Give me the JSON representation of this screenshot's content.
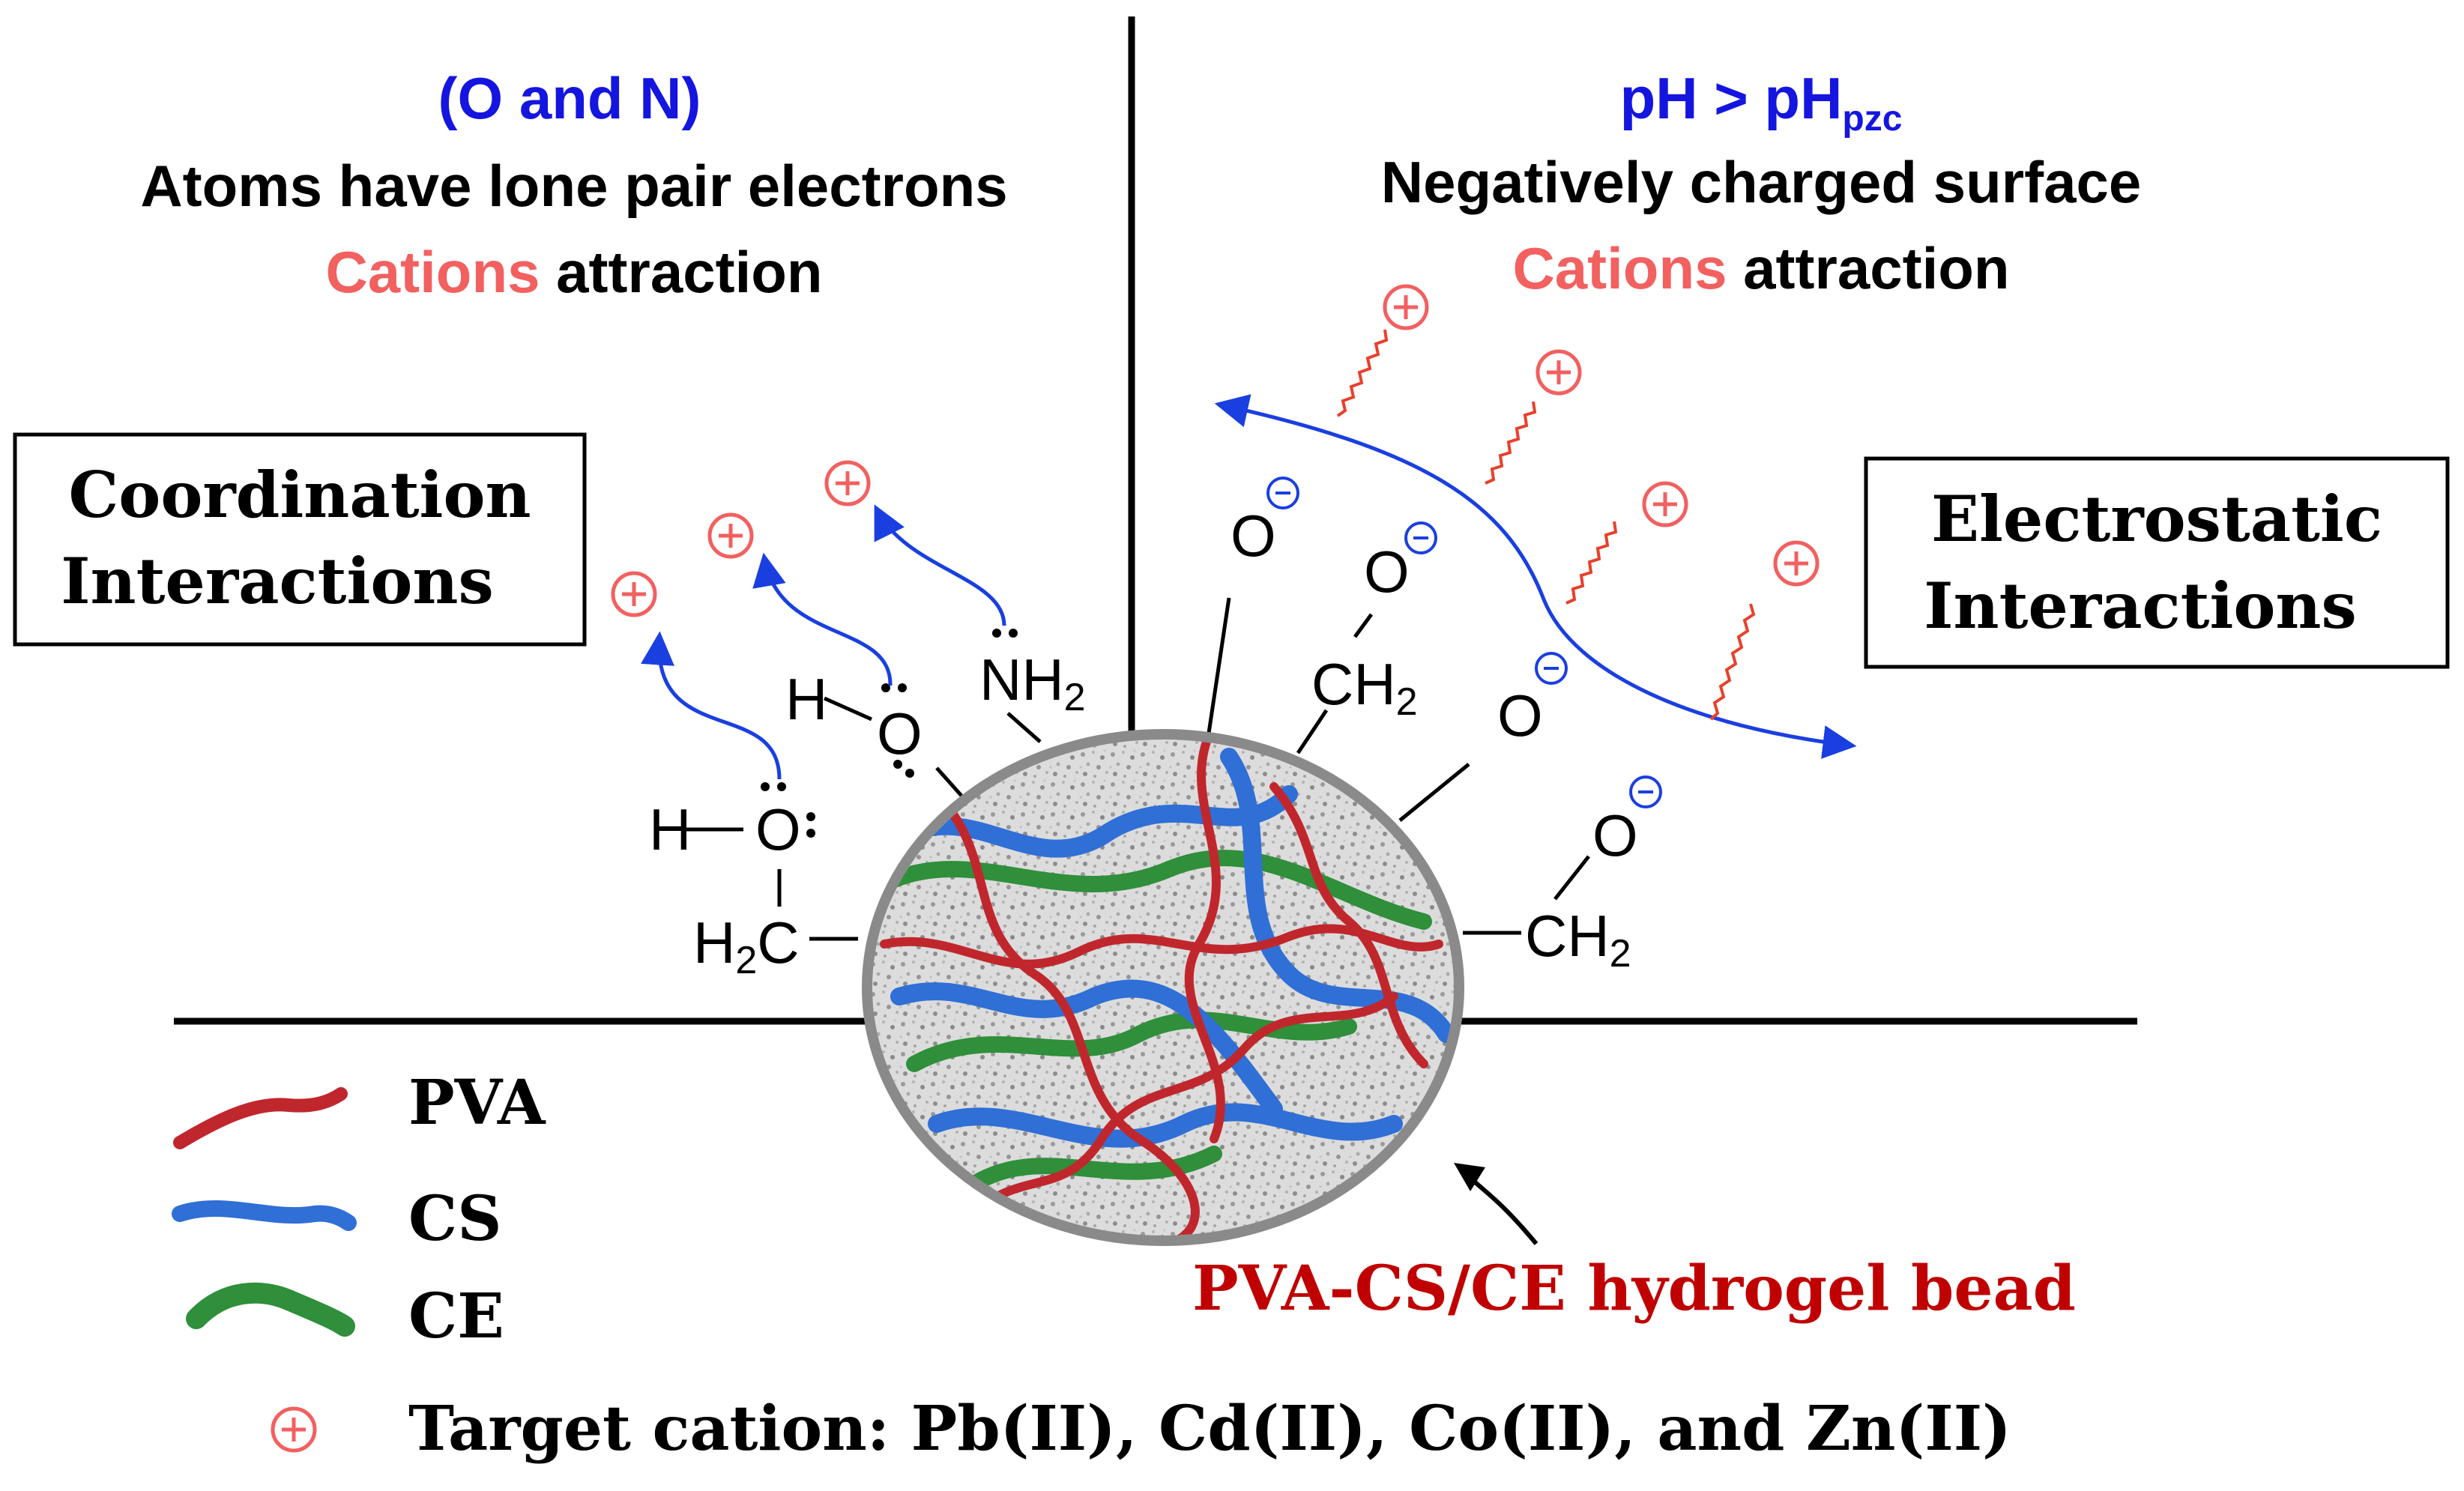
{
  "left_panel": {
    "atoms_label": "(O and N)",
    "line2": "Atoms have lone pair electrons",
    "line3_highlight": "Cations",
    "line3_rest": " attraction",
    "box_line1": "Coordination",
    "box_line2": "Interactions"
  },
  "right_panel": {
    "ph_main": "pH > pH",
    "ph_sub": "pzc",
    "line2": "Negatively charged surface",
    "line3_highlight": "Cations",
    "line3_rest": " attraction",
    "box_line1": "Electrostatic",
    "box_line2": "Interactions"
  },
  "chem": {
    "H": "H",
    "O": "O",
    "NH": "NH",
    "CH": "CH",
    "sub2": "2",
    "minus": "−",
    "plus": "+"
  },
  "bead_label": "PVA-CS/CE hydrogel bead",
  "legend": {
    "items": [
      {
        "label": "PVA",
        "color": "#c0272d"
      },
      {
        "label": "CS",
        "color": "#2f6fd6"
      },
      {
        "label": "CE",
        "color": "#2f8f3a"
      }
    ],
    "target_text": "Target cation: Pb(II), Cd(II), Co(II), and Zn(II)"
  },
  "colors": {
    "blue_text": "#1515e0",
    "cation_red": "#f26060",
    "dark_red": "#c00000",
    "arrow_blue": "#1a3fe0"
  }
}
